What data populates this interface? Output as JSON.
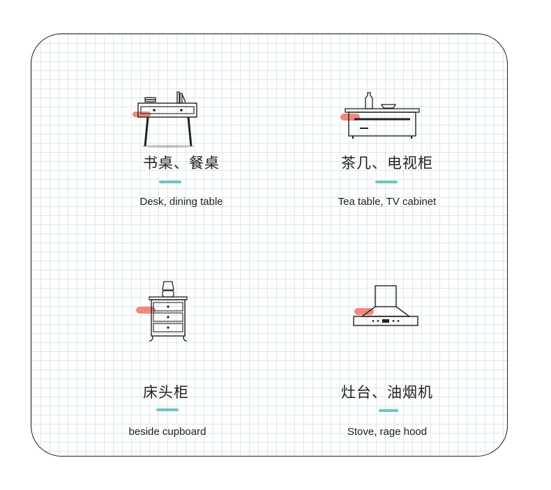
{
  "colors": {
    "grid": "#dbe7ee",
    "accent_bar": "#6cc5c0",
    "highlight": "#f08a7e",
    "stroke": "#222222"
  },
  "items": [
    {
      "icon": "desk-icon",
      "title": "书桌、餐桌",
      "subtitle": "Desk, dining table"
    },
    {
      "icon": "tv-cabinet-icon",
      "title": "茶几、电视柜",
      "subtitle": "Tea table, TV cabinet"
    },
    {
      "icon": "nightstand-icon",
      "title": "床头柜",
      "subtitle": "beside cupboard"
    },
    {
      "icon": "range-hood-icon",
      "title": "灶台、油烟机",
      "subtitle": "Stove, rage hood"
    }
  ]
}
